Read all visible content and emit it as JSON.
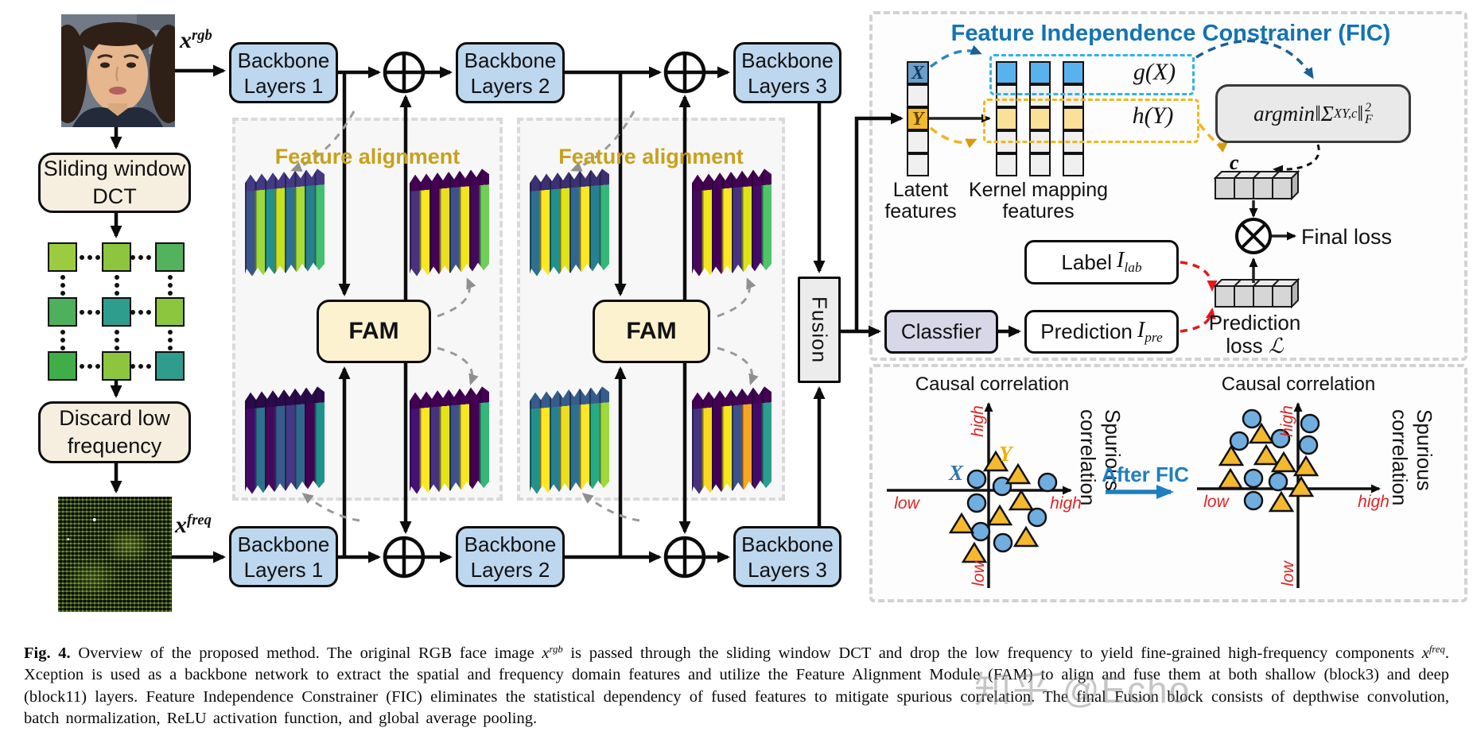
{
  "pipeline": {
    "x_rgb": {
      "base": "x",
      "sup": "rgb"
    },
    "x_freq": {
      "base": "x",
      "sup": "freq"
    },
    "sliding_dct": [
      "Sliding window",
      "DCT"
    ],
    "discard": [
      "Discard low",
      "frequency"
    ],
    "backbone": [
      [
        "Backbone",
        "Layers 1"
      ],
      [
        "Backbone",
        "Layers 2"
      ],
      [
        "Backbone",
        "Layers 3"
      ]
    ],
    "fam": "FAM",
    "feature_alignment": "Feature alignment",
    "fusion": "Fusion",
    "classfier": "Classfier"
  },
  "fic": {
    "title": "Feature Independence Constrainer (FIC)",
    "latent_label": [
      "Latent",
      "features"
    ],
    "kernel_label": [
      "Kernel mapping",
      "features"
    ],
    "x_cell": "X",
    "y_cell": "Y",
    "g_x": "g(X)",
    "h_y": "h(Y)",
    "argmin": {
      "fn": "argmin",
      "norm_l": "‖",
      "sigma": "Σ",
      "sub": "XY,c",
      "norm_r": "‖",
      "sup": "2",
      "sub_f": "F"
    },
    "c_label": "c",
    "label_box": {
      "text": "Label",
      "math": "I",
      "sub": "lab"
    },
    "prediction_box": {
      "text": "Prediction",
      "math": "I",
      "sub": "pre"
    },
    "final_loss": "Final loss",
    "prediction_loss": {
      "l1": "Prediction",
      "l2": "loss ",
      "math": "ℒ"
    },
    "latent_cell_colors": [
      "#6b9fca",
      "#f0f0f0",
      "#f3ba30",
      "#f0f0f0",
      "#f0f0f0"
    ],
    "kernel_cell_colors": [
      "#58b2ee",
      "#f0f0f0",
      "#fbe098",
      "#f0f0f0",
      "#f0f0f0"
    ]
  },
  "scatter": {
    "title": "Causal correlation",
    "side_label": "Spurious correlation",
    "high": "high",
    "low": "low",
    "after_fic": "After FIC",
    "x_marker": "X",
    "y_marker": "Y",
    "colors": {
      "circle": "#70aee0",
      "triangle": "#f5b92e"
    },
    "before": {
      "circles": [
        [
          123,
          135
        ],
        [
          155,
          144
        ],
        [
          212,
          139
        ],
        [
          123,
          165
        ],
        [
          199,
          183
        ],
        [
          128,
          201
        ],
        [
          156,
          215
        ]
      ],
      "triangles": [
        [
          147,
          114
        ],
        [
          175,
          130
        ],
        [
          179,
          163
        ],
        [
          152,
          182
        ],
        [
          104,
          192
        ],
        [
          185,
          209
        ],
        [
          120,
          229
        ]
      ]
    },
    "after": {
      "circles": [
        [
          79,
          59
        ],
        [
          152,
          65
        ],
        [
          63,
          87
        ],
        [
          115,
          84
        ],
        [
          150,
          92
        ],
        [
          81,
          134
        ],
        [
          112,
          138
        ],
        [
          81,
          162
        ]
      ],
      "triangles": [
        [
          91,
          79
        ],
        [
          53,
          107
        ],
        [
          97,
          106
        ],
        [
          119,
          115
        ],
        [
          147,
          120
        ],
        [
          52,
          136
        ],
        [
          141,
          146
        ],
        [
          116,
          165
        ]
      ]
    }
  },
  "grid": {
    "colors": [
      [
        "#9bcc3f",
        "#8cc63e",
        "#52b35c"
      ],
      [
        "#4eb05b",
        "#2e9d8e",
        "#8cc63e"
      ],
      [
        "#3fae49",
        "#8cc63e",
        "#2e9d8e"
      ]
    ]
  },
  "cubes": [
    {
      "top": "#443983",
      "stripes": [
        "#3b528b",
        "#9dd93a",
        "#21918c",
        "#c8e020",
        "#2c728e",
        "#a8db34",
        "#27808e",
        "#44bf70"
      ]
    },
    {
      "top": "#440154",
      "stripes": [
        "#46327e",
        "#f8e621",
        "#440154",
        "#eade24",
        "#3b528b",
        "#f1e51d",
        "#46085c",
        "#6ece58"
      ]
    },
    {
      "top": "#2a0a4a",
      "stripes": [
        "#440a68",
        "#2c728e",
        "#46085c",
        "#365c8d",
        "#443983",
        "#31688e",
        "#440154",
        "#21918c"
      ]
    },
    {
      "top": "#440154",
      "stripes": [
        "#451077",
        "#fde725",
        "#46327e",
        "#e5e419",
        "#3b528b",
        "#f8e621",
        "#440154",
        "#35b779"
      ]
    },
    {
      "top": "#3b3071",
      "stripes": [
        "#2c728e",
        "#fde725",
        "#21918c",
        "#dfe318",
        "#31688e",
        "#fde725",
        "#27808e",
        "#35b779"
      ]
    },
    {
      "top": "#440154",
      "stripes": [
        "#46085c",
        "#f1e51d",
        "#440154",
        "#fde725",
        "#46327e",
        "#dce319",
        "#440a68",
        "#50c46a"
      ]
    },
    {
      "top": "#365c8d",
      "stripes": [
        "#21918c",
        "#fde725",
        "#27808e",
        "#eade24",
        "#2c728e",
        "#fde725",
        "#25ac82",
        "#9dd93a"
      ]
    },
    {
      "top": "#440154",
      "stripes": [
        "#46327e",
        "#f8d821",
        "#440154",
        "#f5e61f",
        "#3b528b",
        "#f5a623",
        "#450a68",
        "#2c9e8e"
      ]
    }
  ],
  "colors": {
    "backbone_fill": "#bdd7ee",
    "fam_fill": "#fdf2d0",
    "cream_fill": "#f6efe0",
    "fusion_fill": "#ececec",
    "classfier_fill": "#d7d7e8",
    "argmin_fill": "#e9e9e9",
    "fic_title": "#1373b5",
    "alignment_title": "#c8a11c",
    "red_arrow": "#e4191c",
    "blue_dash": "#33b1e8",
    "yellow_dash": "#f3b71b",
    "after_fic_blue": "#1e7fc0"
  },
  "caption": {
    "fig_label": "Fig. 4.",
    "s1": " Overview of the proposed method. The original RGB face image ",
    "m1": "x",
    "m1_sup": "rgb",
    "s2": " is passed through the sliding window DCT and drop the low frequency to yield fine-grained high-frequency components ",
    "m2": "x",
    "m2_sup": "freq",
    "s3": ". Xception is used as a backbone network to extract the spatial and frequency domain features and utilize the Feature Alignment Module (FAM) to align and fuse them at both shallow (block3) and deep (block11) layers. Feature Independence Constrainer (FIC) eliminates the statistical dependency of fused features to mitigate spurious correlation. The final Fusion block consists of depthwise convolution, batch normalization, ReLU activation function, and global average pooling."
  },
  "watermark": "知乎 @Echo"
}
